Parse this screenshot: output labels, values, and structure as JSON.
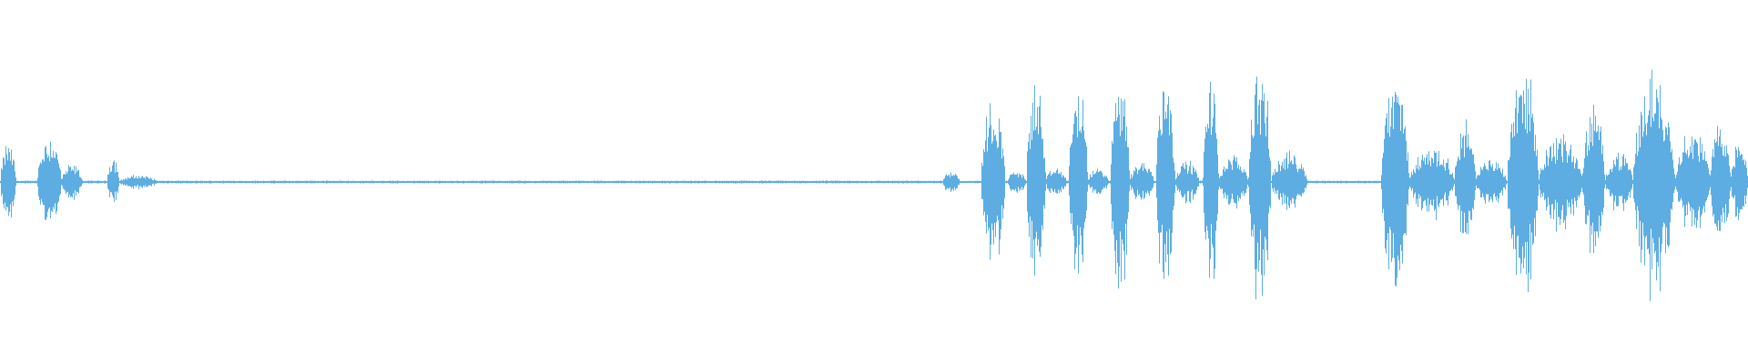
{
  "waveform": {
    "color": "#5dade2",
    "background": "#ffffff",
    "baseline_amplitude": 0.012,
    "segments": [
      {
        "start": 0.0,
        "end": 0.009,
        "peak": 0.33
      },
      {
        "start": 0.021,
        "end": 0.035,
        "peak": 0.4
      },
      {
        "start": 0.035,
        "end": 0.047,
        "peak": 0.15
      },
      {
        "start": 0.061,
        "end": 0.068,
        "peak": 0.22
      },
      {
        "start": 0.068,
        "end": 0.09,
        "peak": 0.06
      },
      {
        "start": 0.539,
        "end": 0.549,
        "peak": 0.1
      },
      {
        "start": 0.561,
        "end": 0.575,
        "peak": 0.7
      },
      {
        "start": 0.576,
        "end": 0.587,
        "peak": 0.1
      },
      {
        "start": 0.587,
        "end": 0.598,
        "peak": 0.85
      },
      {
        "start": 0.598,
        "end": 0.61,
        "peak": 0.12
      },
      {
        "start": 0.611,
        "end": 0.622,
        "peak": 0.82
      },
      {
        "start": 0.622,
        "end": 0.634,
        "peak": 0.12
      },
      {
        "start": 0.635,
        "end": 0.646,
        "peak": 0.97
      },
      {
        "start": 0.646,
        "end": 0.66,
        "peak": 0.18
      },
      {
        "start": 0.661,
        "end": 0.672,
        "peak": 0.97
      },
      {
        "start": 0.672,
        "end": 0.686,
        "peak": 0.18
      },
      {
        "start": 0.688,
        "end": 0.697,
        "peak": 0.88
      },
      {
        "start": 0.697,
        "end": 0.714,
        "peak": 0.22
      },
      {
        "start": 0.714,
        "end": 0.727,
        "peak": 1.0
      },
      {
        "start": 0.727,
        "end": 0.748,
        "peak": 0.25
      },
      {
        "start": 0.79,
        "end": 0.806,
        "peak": 0.9
      },
      {
        "start": 0.806,
        "end": 0.832,
        "peak": 0.3
      },
      {
        "start": 0.832,
        "end": 0.844,
        "peak": 0.55
      },
      {
        "start": 0.844,
        "end": 0.862,
        "peak": 0.2
      },
      {
        "start": 0.862,
        "end": 0.88,
        "peak": 1.0
      },
      {
        "start": 0.88,
        "end": 0.905,
        "peak": 0.4
      },
      {
        "start": 0.905,
        "end": 0.918,
        "peak": 0.65
      },
      {
        "start": 0.918,
        "end": 0.934,
        "peak": 0.25
      },
      {
        "start": 0.934,
        "end": 0.958,
        "peak": 0.95
      },
      {
        "start": 0.958,
        "end": 0.978,
        "peak": 0.45
      },
      {
        "start": 0.978,
        "end": 0.99,
        "peak": 0.55
      },
      {
        "start": 0.99,
        "end": 1.0,
        "peak": 0.35
      }
    ]
  }
}
